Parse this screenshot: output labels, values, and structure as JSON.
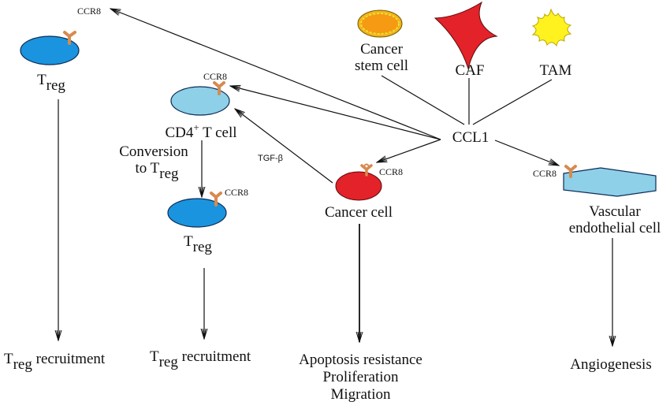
{
  "diagram": {
    "sources": {
      "cancer_stem_cell": {
        "line1": "Cancer",
        "line2": "stem cell",
        "color": "#f5a81c",
        "outline": "#e8d83a"
      },
      "caf": {
        "label": "CAF",
        "color": "#e32229"
      },
      "tam": {
        "label": "TAM",
        "color": "#ffee22"
      }
    },
    "hub": {
      "label": "CCL1"
    },
    "receptor": {
      "label": "CCR8",
      "color": "#d78a4f"
    },
    "cells": {
      "treg_left": {
        "main": "T",
        "sub": "reg",
        "color": "#1a94de"
      },
      "cd4": {
        "main": "CD4",
        "sup": "+",
        "rest": " T cell",
        "color": "#8dd0e8"
      },
      "conversion": {
        "line1": "Conversion",
        "line2_main": "to T",
        "line2_sub": "reg"
      },
      "treg_mid": {
        "main": "T",
        "sub": "reg",
        "color": "#1a94de"
      },
      "cancer": {
        "label": "Cancer cell",
        "color": "#e32229"
      },
      "vascular": {
        "line1": "Vascular",
        "line2": "endothelial cell",
        "color": "#8dd0e8"
      },
      "tgf": {
        "label": "TGF-β"
      }
    },
    "outcomes": {
      "treg_recruit_left": {
        "main": "T",
        "sub": "reg",
        "rest": " recruitment"
      },
      "treg_recruit_mid": {
        "main": "T",
        "sub": "reg",
        "rest": " recruitment"
      },
      "cancer": [
        "Apoptosis resistance",
        "Proliferation",
        "Migration"
      ],
      "vascular": "Angiogenesis"
    }
  }
}
